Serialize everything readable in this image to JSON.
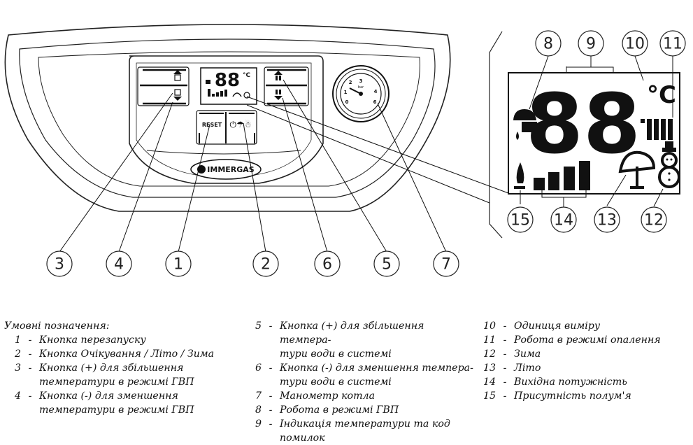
{
  "panel": {
    "reset_label": "RESET",
    "mode_label": "⏻☂☃",
    "brand": "IMMERGAS",
    "lcd_unit": "°C",
    "lcd_digits": "88"
  },
  "manometer": {
    "unit": "bar",
    "ticks": [
      "1",
      "2",
      "3",
      "4",
      "6",
      "0"
    ]
  },
  "display": {
    "digits": "88",
    "unit": "°C"
  },
  "callouts": [
    {
      "id": "c3",
      "label": "3"
    },
    {
      "id": "c4",
      "label": "4"
    },
    {
      "id": "c1",
      "label": "1"
    },
    {
      "id": "c2",
      "label": "2"
    },
    {
      "id": "c6",
      "label": "6"
    },
    {
      "id": "c5",
      "label": "5"
    },
    {
      "id": "c7",
      "label": "7"
    },
    {
      "id": "c8",
      "label": "8"
    },
    {
      "id": "c9",
      "label": "9"
    },
    {
      "id": "c10",
      "label": "10"
    },
    {
      "id": "c11",
      "label": "11"
    },
    {
      "id": "c15",
      "label": "15"
    },
    {
      "id": "c14",
      "label": "14"
    },
    {
      "id": "c13",
      "label": "13"
    },
    {
      "id": "c12",
      "label": "12"
    }
  ],
  "legend": {
    "title": "Умовні позначення:",
    "col1": [
      {
        "num": "1",
        "text": "Кнопка перезапуску"
      },
      {
        "num": "2",
        "text": "Кнопка Очікування / Літо / Зима"
      },
      {
        "num": "3",
        "text": "Кнопка (+) для збільшення",
        "cont": "температури в режимі ГВП"
      },
      {
        "num": "4",
        "text": "Кнопка (-) для зменшення",
        "cont": "температури в режимі ГВП"
      }
    ],
    "col2": [
      {
        "num": "5",
        "text": "Кнопка (+) для збільшення темпера-",
        "cont": "тури води в системі"
      },
      {
        "num": "6",
        "text": "Кнопка (-) для зменшення темпера-",
        "cont": "тури води в системі"
      },
      {
        "num": "7",
        "text": "Манометр котла"
      },
      {
        "num": "8",
        "text": "Робота в режимі ГВП"
      },
      {
        "num": "9",
        "text": "Індикація температури та код",
        "cont": "помилок"
      }
    ],
    "col3": [
      {
        "num": "10",
        "text": "Одиниця виміру"
      },
      {
        "num": "11",
        "text": "Робота в режимі опалення"
      },
      {
        "num": "12",
        "text": "Зима"
      },
      {
        "num": "13",
        "text": "Літо"
      },
      {
        "num": "14",
        "text": "Вихідна потужність"
      },
      {
        "num": "15",
        "text": "Присутність полум'я"
      }
    ]
  }
}
